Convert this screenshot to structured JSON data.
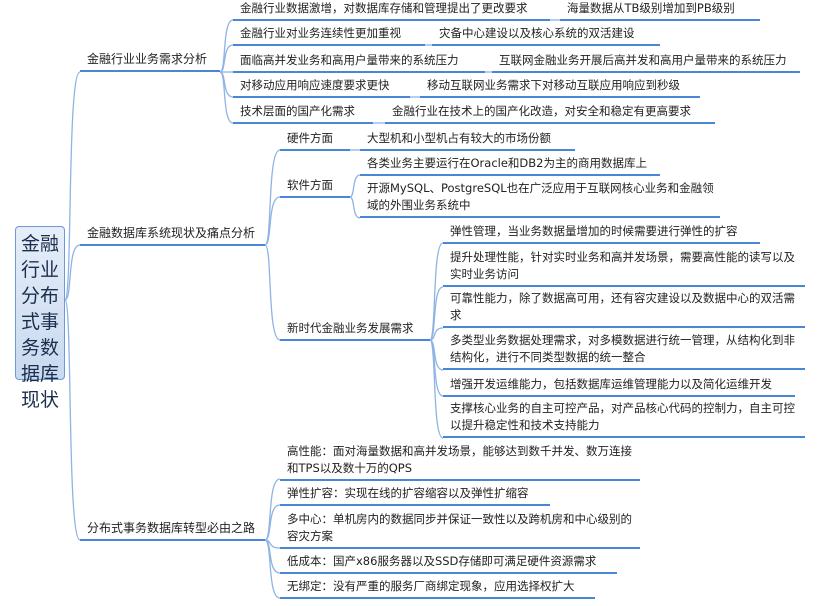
{
  "root": "金融行业分布式事务数据库现状",
  "branches": [
    {
      "label": "金融行业业务需求分析",
      "items": [
        {
          "label": "金融行业数据激增，对数据库存储和管理提出了更改要求",
          "detail": "海量数据从TB级别增加到PB级别"
        },
        {
          "label": "金融行业对业务连续性更加重视",
          "detail": "灾备中心建设以及核心系统的双活建设"
        },
        {
          "label": "面临高并发业务和高用户量带来的系统压力",
          "detail": "互联网金融业务开展后高并发和高用户量带来的系统压力"
        },
        {
          "label": "对移动应用响应速度要求更快",
          "detail": "移动互联网业务需求下对移动互联应用响应到秒级"
        },
        {
          "label": "技术层面的国产化需求",
          "detail": "金融行业在技术上的国产化改造，对安全和稳定有更高要求"
        }
      ]
    },
    {
      "label": "金融数据库系统现状及痛点分析",
      "items": [
        {
          "label": "硬件方面",
          "children": [
            "大型机和小型机占有较大的市场份额"
          ]
        },
        {
          "label": "软件方面",
          "children": [
            "各类业务主要运行在Oracle和DB2为主的商用数据库上",
            "开源MySQL、PostgreSQL也在广泛应用于互联网核心业务和金融领域的外围业务系统中"
          ]
        },
        {
          "label": "新时代金融业务发展需求",
          "children": [
            "弹性管理，当业务数据量增加的时候需要进行弹性的扩容",
            "提升处理性能，针对实时业务和高并发场景，需要高性能的读写以及实时业务访问",
            "可靠性能力，除了数据高可用，还有容灾建设以及数据中心的双活需求",
            "多类型业务数据处理需求，对多模数据进行统一管理，从结构化到非结构化，进行不同类型数据的统一整合",
            "增强开发运维能力，包括数据库运维管理能力以及简化运维开发",
            "支撑核心业务的自主可控产品，对产品核心代码的控制力，自主可控以提升稳定性和技术支持能力"
          ]
        }
      ]
    },
    {
      "label": "分布式事务数据库转型必由之路",
      "items": [
        "高性能：面对海量数据和高并发场景，能够达到数千并发、数万连接和TPS以及数十万的QPS",
        "弹性扩容：实现在线的扩容缩容以及弹性扩缩容",
        "多中心：单机房内的数据同步并保证一致性以及跨机房和中心级别的容灾方案",
        "低成本：国产x86服务器以及SSD存储即可满足硬件资源需求",
        "无绑定：没有严重的服务厂商绑定现象，应用选择权扩大"
      ]
    }
  ],
  "colors": {
    "line": "#4a86d6",
    "connector": "#8fb3e3",
    "root_bg": "#d6e3f4"
  }
}
